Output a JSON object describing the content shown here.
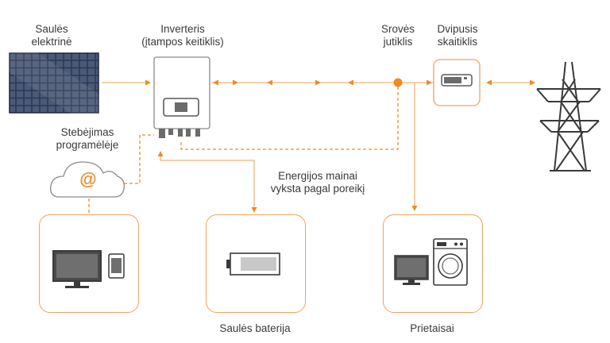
{
  "labels": {
    "solar_line1": "Saulės",
    "solar_line2": "elektrinė",
    "inverter_line1": "Inverteris",
    "inverter_line2": "(įtampos keitiklis)",
    "sensor_line1": "Srovės",
    "sensor_line2": "jutiklis",
    "meter_line1": "Dvipusis",
    "meter_line2": "skaitiklis",
    "monitoring_line1": "Stebėjimas",
    "monitoring_line2": "programėlėje",
    "exchange_line1": "Energijos mainai",
    "exchange_line2": "vyksta pagal poreikį",
    "battery": "Saulės baterija",
    "appliances": "Prietaisai",
    "cloud_symbol": "@"
  },
  "colors": {
    "accent": "#f08a24",
    "accent_light": "#f0a35c",
    "outline": "#8a8a8a",
    "panel": "#3c4a63"
  },
  "icons": [
    "solar-panel-icon",
    "inverter-icon",
    "current-sensor-icon",
    "bidirectional-meter-icon",
    "power-pylon-icon",
    "cloud-icon",
    "monitor-icon",
    "phone-icon",
    "battery-icon",
    "washing-machine-icon"
  ]
}
